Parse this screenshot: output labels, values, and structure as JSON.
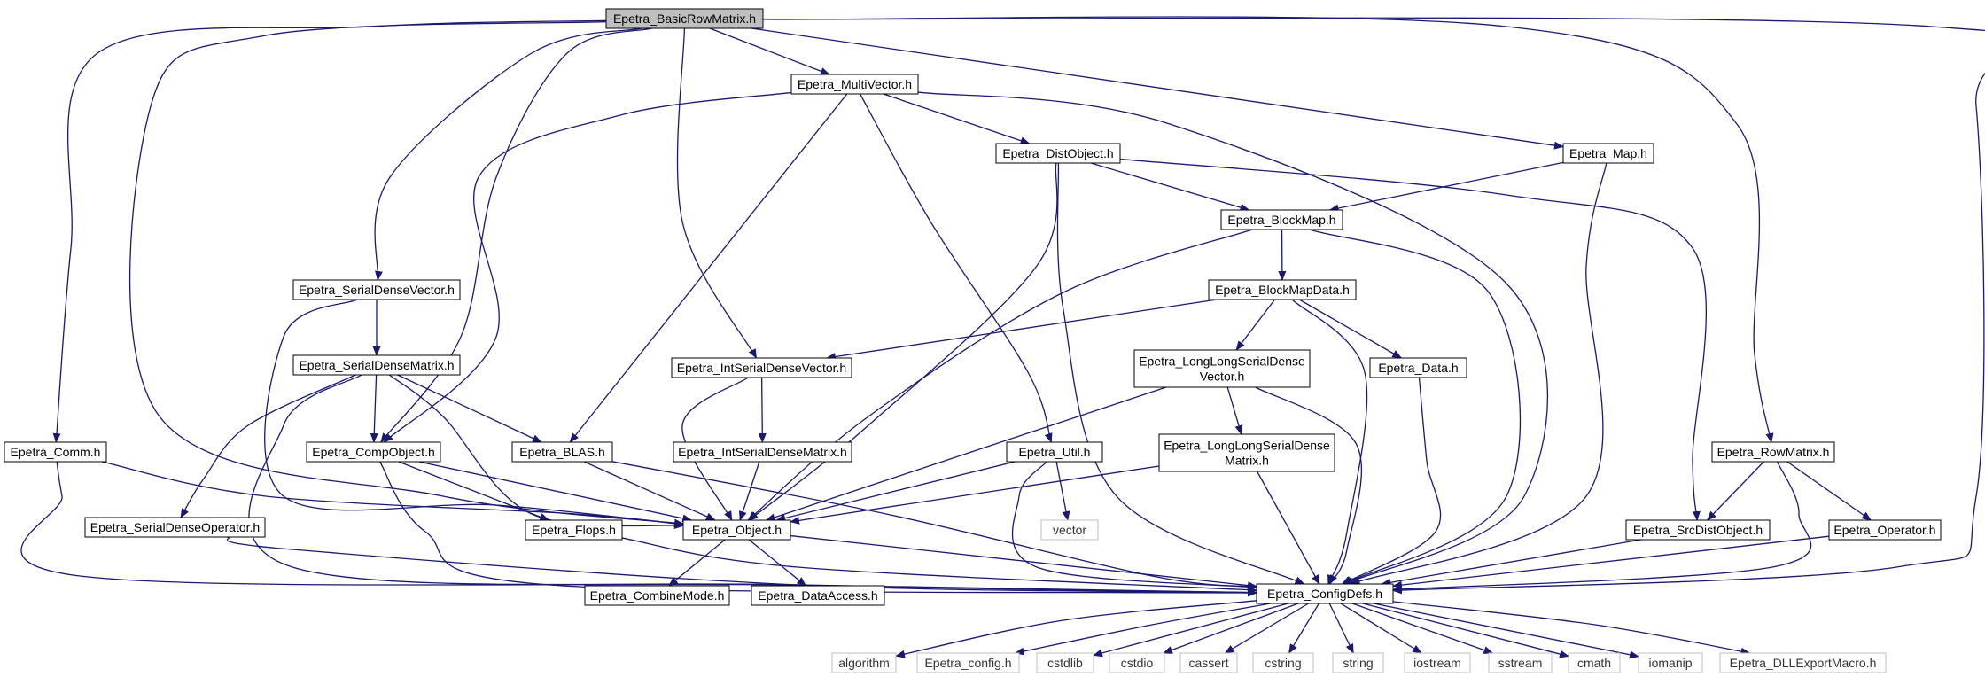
{
  "nodes": {
    "basic_row_matrix": {
      "label": "Epetra_BasicRowMatrix.h",
      "fill": "#bfbfbf"
    },
    "multivector": {
      "label": "Epetra_MultiVector.h"
    },
    "dist_object": {
      "label": "Epetra_DistObject.h"
    },
    "map": {
      "label": "Epetra_Map.h"
    },
    "block_map": {
      "label": "Epetra_BlockMap.h"
    },
    "block_map_data": {
      "label": "Epetra_BlockMapData.h"
    },
    "serial_dense_vector": {
      "label": "Epetra_SerialDenseVector.h"
    },
    "serial_dense_matrix": {
      "label": "Epetra_SerialDenseMatrix.h"
    },
    "int_serial_dense_vector": {
      "label": "Epetra_IntSerialDenseVector.h"
    },
    "longlong_serial_dense_vector": {
      "label": [
        "Epetra_LongLongSerialDense",
        "Vector.h"
      ]
    },
    "data": {
      "label": "Epetra_Data.h"
    },
    "comm": {
      "label": "Epetra_Comm.h"
    },
    "comp_object": {
      "label": "Epetra_CompObject.h"
    },
    "blas": {
      "label": "Epetra_BLAS.h"
    },
    "int_serial_dense_matrix": {
      "label": "Epetra_IntSerialDenseMatrix.h"
    },
    "util": {
      "label": "Epetra_Util.h"
    },
    "longlong_serial_dense_matrix": {
      "label": [
        "Epetra_LongLongSerialDense",
        "Matrix.h"
      ]
    },
    "row_matrix": {
      "label": "Epetra_RowMatrix.h"
    },
    "serial_dense_operator": {
      "label": "Epetra_SerialDenseOperator.h"
    },
    "flops": {
      "label": "Epetra_Flops.h"
    },
    "object": {
      "label": "Epetra_Object.h"
    },
    "vector": {
      "label": "vector",
      "external": true
    },
    "src_dist_object": {
      "label": "Epetra_SrcDistObject.h"
    },
    "operator": {
      "label": "Epetra_Operator.h"
    },
    "config_defs": {
      "label": "Epetra_ConfigDefs.h"
    },
    "combine_mode": {
      "label": "Epetra_CombineMode.h"
    },
    "data_access": {
      "label": "Epetra_DataAccess.h"
    },
    "algorithm": {
      "label": "algorithm",
      "external": true
    },
    "epetra_config": {
      "label": "Epetra_config.h",
      "external": true
    },
    "cstdlib": {
      "label": "cstdlib",
      "external": true
    },
    "cstdio": {
      "label": "cstdio",
      "external": true
    },
    "cassert": {
      "label": "cassert",
      "external": true
    },
    "cstring": {
      "label": "cstring",
      "external": true
    },
    "string": {
      "label": "string",
      "external": true
    },
    "iostream": {
      "label": "iostream",
      "external": true
    },
    "sstream": {
      "label": "sstream",
      "external": true
    },
    "cmath": {
      "label": "cmath",
      "external": true
    },
    "iomanip": {
      "label": "iomanip",
      "external": true
    },
    "dll_export_macro": {
      "label": "Epetra_DLLExportMacro.h",
      "external": true
    }
  },
  "edges": [
    [
      "basic_row_matrix",
      "multivector"
    ],
    [
      "basic_row_matrix",
      "map"
    ],
    [
      "basic_row_matrix",
      "row_matrix"
    ],
    [
      "basic_row_matrix",
      "config_defs"
    ],
    [
      "basic_row_matrix",
      "comm"
    ],
    [
      "basic_row_matrix",
      "object"
    ],
    [
      "basic_row_matrix",
      "serial_dense_vector"
    ],
    [
      "basic_row_matrix",
      "comp_object"
    ],
    [
      "basic_row_matrix",
      "int_serial_dense_vector"
    ],
    [
      "multivector",
      "dist_object"
    ],
    [
      "multivector",
      "comp_object"
    ],
    [
      "multivector",
      "blas"
    ],
    [
      "multivector",
      "util"
    ],
    [
      "multivector",
      "config_defs"
    ],
    [
      "dist_object",
      "object"
    ],
    [
      "dist_object",
      "block_map"
    ],
    [
      "dist_object",
      "src_dist_object"
    ],
    [
      "dist_object",
      "config_defs"
    ],
    [
      "map",
      "block_map"
    ],
    [
      "map",
      "config_defs"
    ],
    [
      "block_map",
      "block_map_data"
    ],
    [
      "block_map",
      "object"
    ],
    [
      "block_map",
      "config_defs"
    ],
    [
      "block_map_data",
      "int_serial_dense_vector"
    ],
    [
      "block_map_data",
      "longlong_serial_dense_vector"
    ],
    [
      "block_map_data",
      "data"
    ],
    [
      "block_map_data",
      "config_defs"
    ],
    [
      "serial_dense_vector",
      "serial_dense_matrix"
    ],
    [
      "serial_dense_vector",
      "object"
    ],
    [
      "serial_dense_matrix",
      "comp_object"
    ],
    [
      "serial_dense_matrix",
      "blas"
    ],
    [
      "serial_dense_matrix",
      "serial_dense_operator"
    ],
    [
      "serial_dense_matrix",
      "object"
    ],
    [
      "serial_dense_matrix",
      "config_defs"
    ],
    [
      "int_serial_dense_vector",
      "int_serial_dense_matrix"
    ],
    [
      "int_serial_dense_vector",
      "object"
    ],
    [
      "longlong_serial_dense_vector",
      "longlong_serial_dense_matrix"
    ],
    [
      "longlong_serial_dense_vector",
      "object"
    ],
    [
      "longlong_serial_dense_vector",
      "config_defs"
    ],
    [
      "data",
      "config_defs"
    ],
    [
      "comm",
      "object"
    ],
    [
      "comm",
      "config_defs"
    ],
    [
      "comp_object",
      "flops"
    ],
    [
      "comp_object",
      "object"
    ],
    [
      "comp_object",
      "config_defs"
    ],
    [
      "blas",
      "object"
    ],
    [
      "blas",
      "config_defs"
    ],
    [
      "int_serial_dense_matrix",
      "object"
    ],
    [
      "util",
      "object"
    ],
    [
      "util",
      "vector"
    ],
    [
      "util",
      "config_defs"
    ],
    [
      "longlong_serial_dense_matrix",
      "object"
    ],
    [
      "longlong_serial_dense_matrix",
      "config_defs"
    ],
    [
      "row_matrix",
      "src_dist_object"
    ],
    [
      "row_matrix",
      "operator"
    ],
    [
      "row_matrix",
      "config_defs"
    ],
    [
      "serial_dense_operator",
      "config_defs"
    ],
    [
      "flops",
      "config_defs"
    ],
    [
      "object",
      "combine_mode"
    ],
    [
      "object",
      "data_access"
    ],
    [
      "object",
      "config_defs"
    ],
    [
      "src_dist_object",
      "config_defs"
    ],
    [
      "operator",
      "config_defs"
    ],
    [
      "config_defs",
      "algorithm"
    ],
    [
      "config_defs",
      "epetra_config"
    ],
    [
      "config_defs",
      "cstdlib"
    ],
    [
      "config_defs",
      "cstdio"
    ],
    [
      "config_defs",
      "cassert"
    ],
    [
      "config_defs",
      "cstring"
    ],
    [
      "config_defs",
      "string"
    ],
    [
      "config_defs",
      "iostream"
    ],
    [
      "config_defs",
      "sstream"
    ],
    [
      "config_defs",
      "cmath"
    ],
    [
      "config_defs",
      "iomanip"
    ],
    [
      "config_defs",
      "dll_export_macro"
    ]
  ],
  "colors": {
    "edge": "#191970",
    "node_border": "#000000",
    "external_border": "#bfbfbf",
    "root_fill": "#bfbfbf",
    "node_fill": "#ffffff"
  }
}
